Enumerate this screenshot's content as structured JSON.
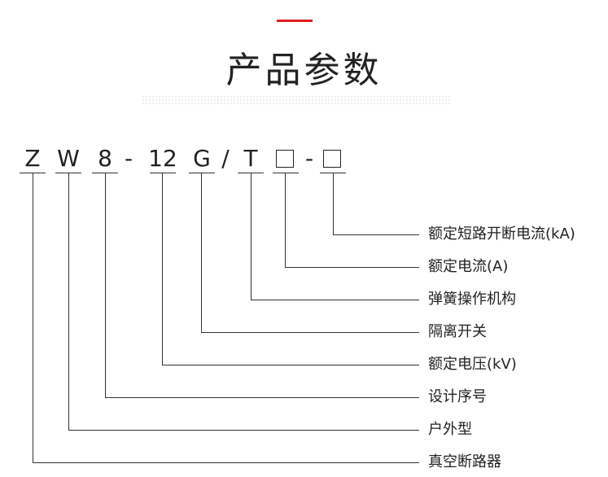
{
  "title": "产品参数",
  "model": {
    "chars": [
      "Z",
      "W",
      "8",
      "-",
      "12",
      "G",
      "/",
      "T",
      "-"
    ]
  },
  "labels": [
    "额定短路开断电流(kA)",
    "额定电流(A)",
    "弹簧操作机构",
    "隔离开关",
    "额定电压(kV)",
    "设计序号",
    "户外型",
    "真空断路器"
  ],
  "accent_color": "#d9201f"
}
